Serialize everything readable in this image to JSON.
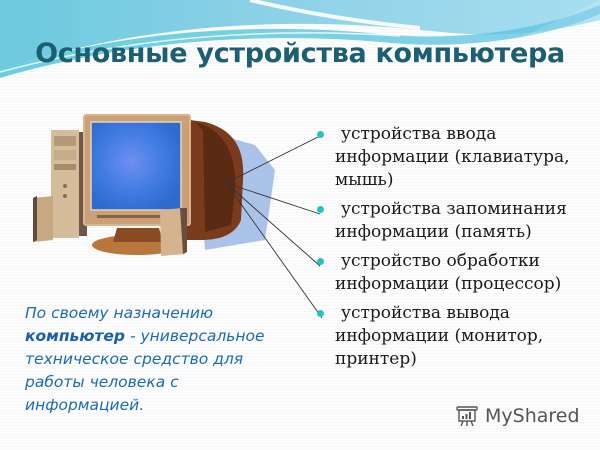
{
  "slide": {
    "title": "Основные устройства компьютера",
    "illustration": "computer-with-monitor-speakers-tower",
    "bullets": [
      {
        "text": "устройства ввода информации (клавиатура, мышь)"
      },
      {
        "text": "устройства запоминания информации (память)"
      },
      {
        "text": "устройство обработки информации (процессор)"
      },
      {
        "text": "устройства вывода информации (монитор, принтер)"
      }
    ],
    "definition": {
      "before": "По своему назначению ",
      "bold": "компьютер",
      "after": " - универсальное техническое средство для работы человека с информацией."
    }
  },
  "watermark": {
    "icon": "presentation-board-icon",
    "label": "MyShared"
  },
  "colors": {
    "title": "#1d5f72",
    "bullet": "#27c0c8",
    "definition": "#1c6ab0",
    "wave": "#7ccde6"
  }
}
